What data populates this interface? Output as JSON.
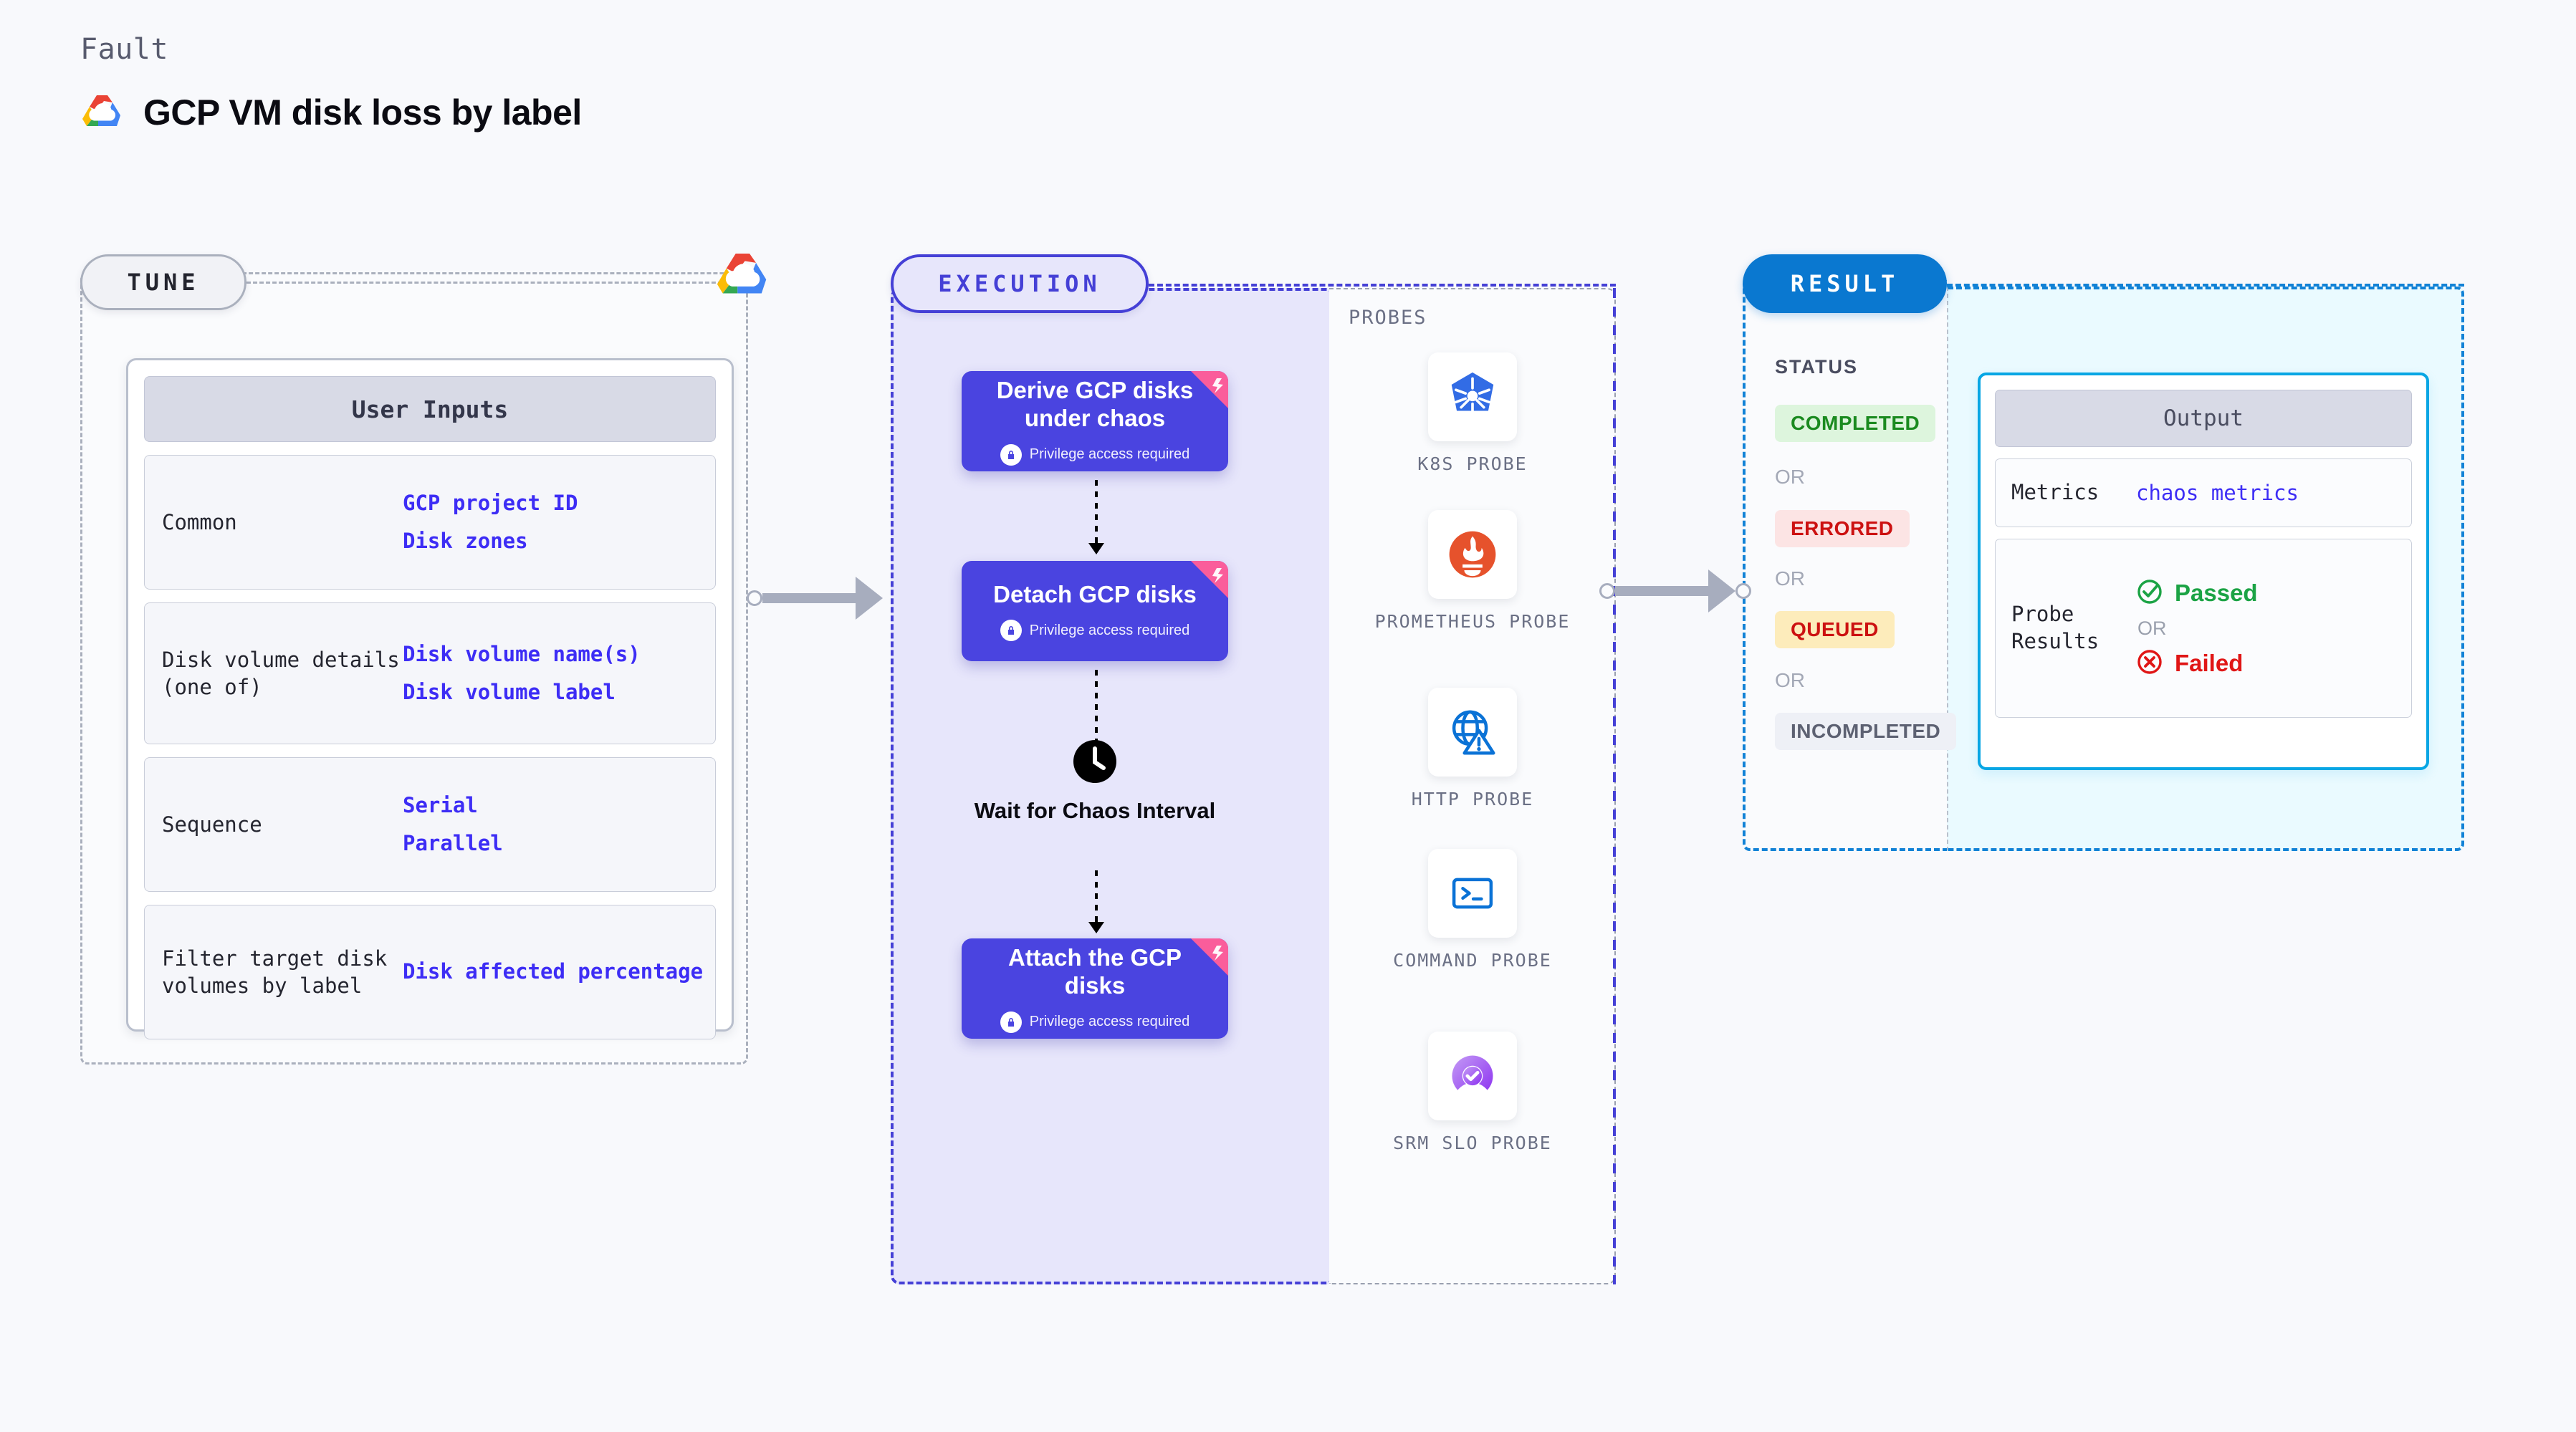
{
  "header": {
    "eyebrow": "Fault",
    "title": "GCP VM disk loss by label",
    "logo_icon": "gcp-cloud-logo"
  },
  "stages": {
    "tune": {
      "label": "TUNE"
    },
    "execution": {
      "label": "EXECUTION"
    },
    "result": {
      "label": "RESULT"
    }
  },
  "tune": {
    "table_title": "User Inputs",
    "rows": [
      {
        "key": "Common",
        "values": [
          "GCP project ID",
          "Disk zones"
        ]
      },
      {
        "key": "Disk volume details (one of)",
        "values": [
          "Disk volume name(s)",
          "Disk volume label"
        ]
      },
      {
        "key": "Sequence",
        "values": [
          "Serial",
          "Parallel"
        ]
      },
      {
        "key": "Filter target disk volumes by label",
        "values": [
          "Disk affected percentage"
        ]
      }
    ]
  },
  "execution": {
    "privilege_note": "Privilege access required",
    "steps": [
      {
        "title": "Derive GCP disks under chaos",
        "privileged": true,
        "badge_icon": "litmus-logo"
      },
      {
        "title": "Detach GCP disks",
        "privileged": true,
        "badge_icon": "litmus-logo"
      },
      {
        "title": "Attach the GCP disks",
        "privileged": true,
        "badge_icon": "litmus-logo"
      }
    ],
    "wait": {
      "label": "Wait for Chaos Interval",
      "icon": "clock-icon"
    }
  },
  "probes": {
    "section_label": "PROBES",
    "items": [
      {
        "label": "K8S PROBE",
        "icon": "kubernetes-icon"
      },
      {
        "label": "PROMETHEUS PROBE",
        "icon": "prometheus-icon"
      },
      {
        "label": "HTTP PROBE",
        "icon": "http-globe-icon"
      },
      {
        "label": "COMMAND PROBE",
        "icon": "terminal-icon"
      },
      {
        "label": "SRM SLO PROBE",
        "icon": "srm-slo-icon"
      }
    ]
  },
  "result": {
    "status_label": "STATUS",
    "or_label": "OR",
    "statuses": [
      {
        "label": "COMPLETED",
        "bg": "#ddf5dd",
        "fg": "#1a8a1f"
      },
      {
        "label": "ERRORED",
        "bg": "#fce4e4",
        "fg": "#cc1111"
      },
      {
        "label": "QUEUED",
        "bg": "#fdecbb",
        "fg": "#cc1111"
      },
      {
        "label": "INCOMPLETED",
        "bg": "#eef0f6",
        "fg": "#5d6172"
      }
    ],
    "output": {
      "title": "Output",
      "metrics_key": "Metrics",
      "metrics_value": "chaos metrics",
      "probe_results_key": "Probe Results",
      "passed_label": "Passed",
      "failed_label": "Failed",
      "or_label": "OR"
    }
  },
  "colors": {
    "indigo": "#4a44e0",
    "pink": "#fa5d9b",
    "blue": "#1282d6",
    "cyan": "#08a6e4",
    "mono_value": "#3d2df5"
  }
}
